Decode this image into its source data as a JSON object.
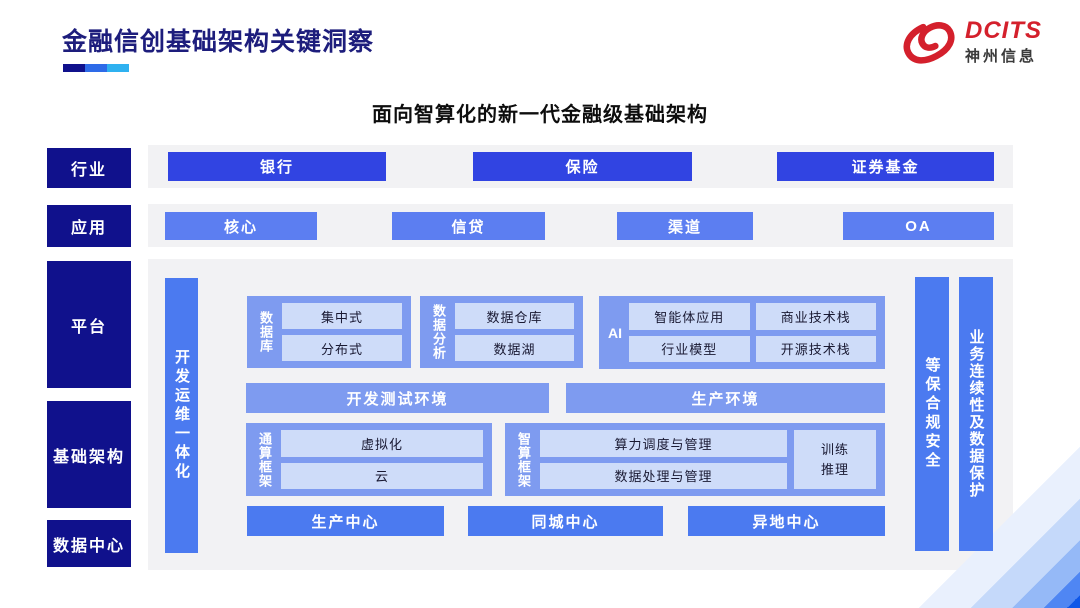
{
  "header": {
    "title": "金融信创基础架构关键洞察",
    "logo": {
      "brand": "DCITS",
      "company": "神州信息"
    }
  },
  "subtitle": "面向智算化的新一代金融级基础架构",
  "sidebar": {
    "items": [
      {
        "label": "行业"
      },
      {
        "label": "应用"
      },
      {
        "label": "平台"
      },
      {
        "label": "基础架构"
      },
      {
        "label": "数据中心"
      }
    ]
  },
  "rows": {
    "industry": [
      "银行",
      "保险",
      "证券基金"
    ],
    "application": [
      "核心",
      "信贷",
      "渠道",
      "OA"
    ]
  },
  "platform": {
    "devops_bar": "开发运维一体化",
    "groups": [
      {
        "label": "数据库",
        "items": [
          "集中式",
          "分布式"
        ]
      },
      {
        "label": "数据分析",
        "items": [
          "数据仓库",
          "数据湖"
        ]
      },
      {
        "label": "AI",
        "items": [
          "智能体应用",
          "商业技术栈",
          "行业模型",
          "开源技术栈"
        ]
      }
    ],
    "environments": [
      "开发测试环境",
      "生产环境"
    ],
    "frameworks": [
      {
        "label": "通算框架",
        "items": [
          "虚拟化",
          "云"
        ]
      },
      {
        "label": "智算框架",
        "items": [
          "算力调度与管理",
          "数据处理与管理"
        ],
        "side_item": "训练推理"
      }
    ],
    "datacenters": [
      "生产中心",
      "同城中心",
      "异地中心"
    ],
    "right_bars": [
      "等保合规安全",
      "业务连续性及数据保护"
    ]
  },
  "colors": {
    "sidebar_navy": "#10118C",
    "industry_blue": "#3144E2",
    "application_blue": "#5C7EF1",
    "bar_blue": "#4B7AF0",
    "group_periwinkle": "#7E9BF0",
    "inner_light_blue": "#CEDCF9",
    "panel_gray": "#F2F2F4",
    "brand_red": "#D4202C",
    "title_navy": "#1D1D7C"
  }
}
